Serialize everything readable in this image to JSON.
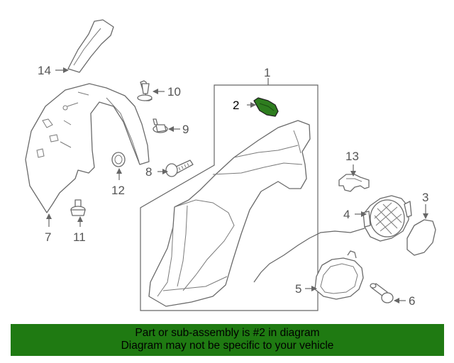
{
  "diagram": {
    "highlight_color": "#2e7d1f",
    "banner_color": "#1f7a12",
    "callouts": {
      "c1": "1",
      "c2": "2",
      "c3": "3",
      "c4": "4",
      "c5": "5",
      "c6": "6",
      "c7": "7",
      "c8": "8",
      "c9": "9",
      "c10": "10",
      "c11": "11",
      "c12": "12",
      "c13": "13",
      "c14": "14"
    }
  },
  "banner": {
    "line1": "Part or sub-assembly is #2 in diagram",
    "line2": "Diagram may not be specific to your vehicle"
  }
}
